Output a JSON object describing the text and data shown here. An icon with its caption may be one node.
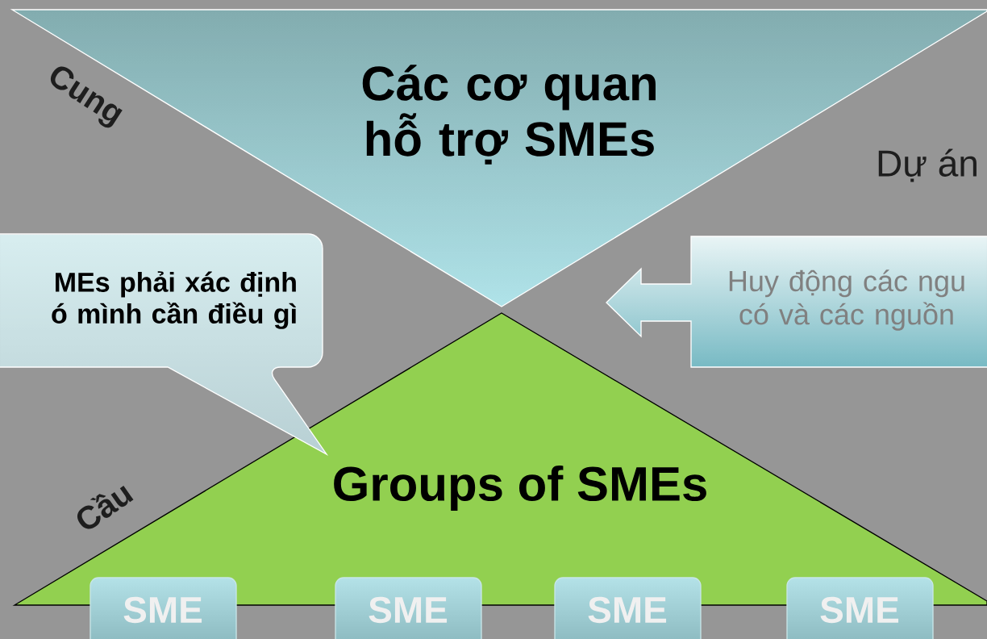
{
  "diagram": {
    "nodes": [
      {
        "text": [
          "Các cơ quan hỗ trợ SMEs"
        ]
      },
      {
        "text": [
          "Groups of SMEs"
        ]
      },
      {
        "text": [
          "MEs phải xác định ó mình cần điều gì"
        ]
      },
      {
        "text": [
          "Huy động các ngu có và các nguồn"
        ]
      },
      {
        "text": [
          "SME"
        ]
      },
      {
        "text": [
          "SME"
        ]
      },
      {
        "text": [
          "SME"
        ]
      },
      {
        "text": [
          "SME"
        ]
      }
    ],
    "labels": [
      "Cung",
      "Dự án",
      "Cầu"
    ]
  }
}
